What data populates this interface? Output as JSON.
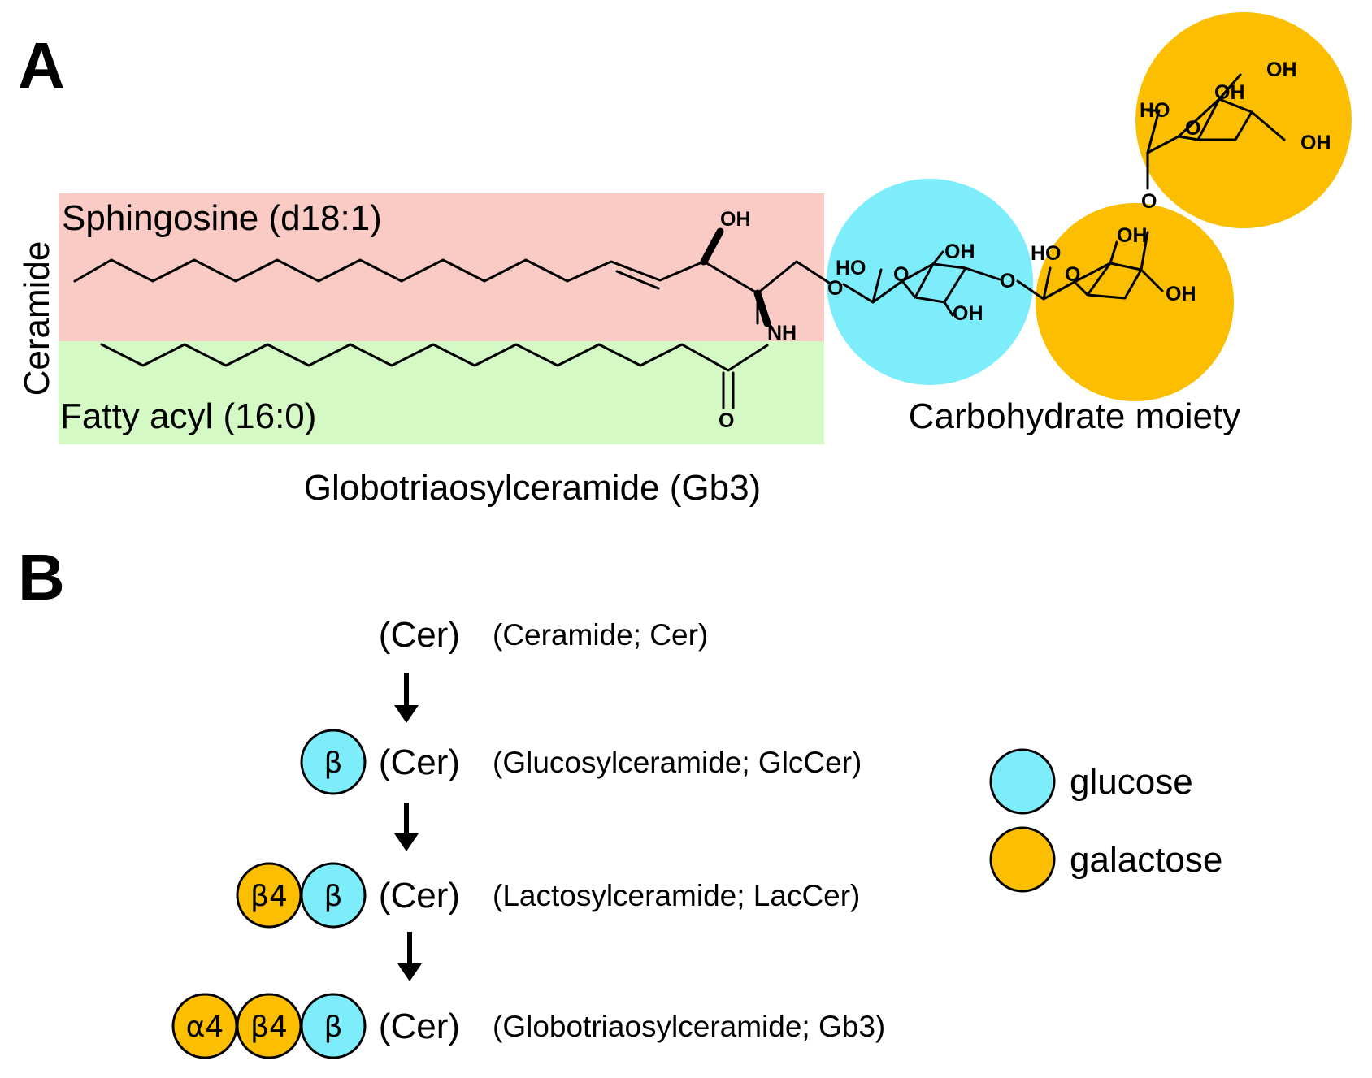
{
  "panel_a": {
    "label": "A",
    "side_label": "Ceramide",
    "sphingosine_label": "Sphingosine (d18:1)",
    "fatty_acyl_label": "Fatty acyl (16:0)",
    "carbohydrate_label": "Carbohydrate moiety",
    "caption": "Globotriaosylceramide (Gb3)",
    "atoms": {
      "oh": "OH",
      "ho": "HO",
      "nh": "NH",
      "o": "O"
    },
    "colors": {
      "sphingosine_bg": "#f9cbc4",
      "fatty_acyl_bg": "#d4f9c5",
      "glucose": "#7eedfb",
      "galactose": "#fbbe00"
    }
  },
  "panel_b": {
    "label": "B",
    "steps": [
      {
        "sugars": [],
        "cer": "(Cer)",
        "name": "(Ceramide; Cer)"
      },
      {
        "sugars": [
          {
            "type": "glucose",
            "text": "β"
          }
        ],
        "cer": "(Cer)",
        "name": "(Glucosylceramide; GlcCer)"
      },
      {
        "sugars": [
          {
            "type": "galactose",
            "text": "β4"
          },
          {
            "type": "glucose",
            "text": "β"
          }
        ],
        "cer": "(Cer)",
        "name": "(Lactosylceramide; LacCer)"
      },
      {
        "sugars": [
          {
            "type": "galactose",
            "text": "α4"
          },
          {
            "type": "galactose",
            "text": "β4"
          },
          {
            "type": "glucose",
            "text": "β"
          }
        ],
        "cer": "(Cer)",
        "name": "(Globotriaosylceramide; Gb3)"
      }
    ],
    "legend": [
      {
        "type": "glucose",
        "label": "glucose",
        "color": "#7eedfb"
      },
      {
        "type": "galactose",
        "label": "galactose",
        "color": "#fbbe00"
      }
    ]
  }
}
